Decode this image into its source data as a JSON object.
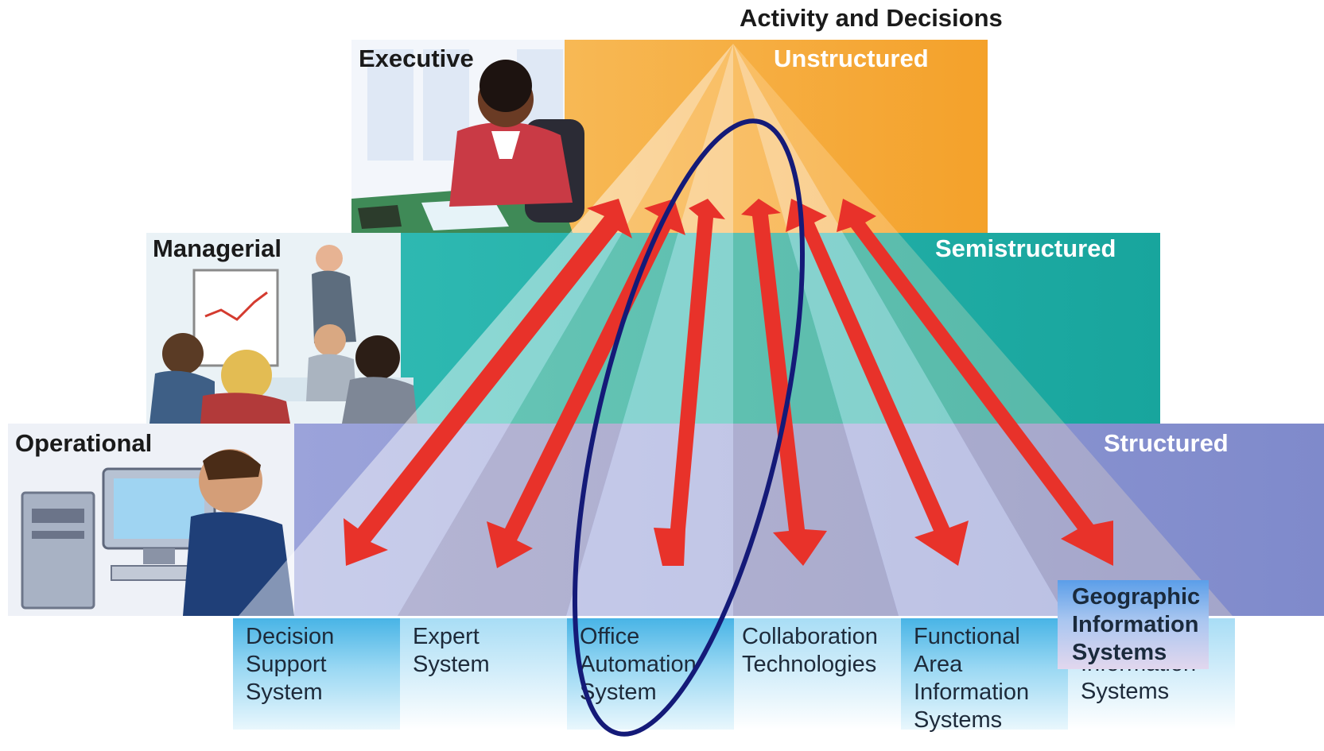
{
  "header": {
    "title": "Activity and Decisions"
  },
  "levels": {
    "executive": "Executive",
    "managerial": "Managerial",
    "operational": "Operational"
  },
  "categories": {
    "unstructured": "Unstructured",
    "semistructured": "Semistructured",
    "structured": "Structured"
  },
  "systems": [
    {
      "label": "Decision\nSupport\nSystem"
    },
    {
      "label": "Expert\nSystem"
    },
    {
      "label": "Office\nAutomation\nSystem"
    },
    {
      "label": "Collaboration\nTechnologies"
    },
    {
      "label": "Functional\nArea\nInformation\nSystems"
    },
    {
      "label": "Information\nSystems"
    }
  ],
  "overlay": {
    "label": "Geographic\nInformation\nSystems"
  },
  "colors": {
    "unstructured": "#f6a623",
    "semistructured": "#1fb0a8",
    "structured": "#8d97d4",
    "arrow": "#e8322a",
    "highlight_ellipse": "#141a78"
  },
  "icons": [
    "executive-figure",
    "manager-presentation-figure",
    "operator-computer-figure"
  ]
}
